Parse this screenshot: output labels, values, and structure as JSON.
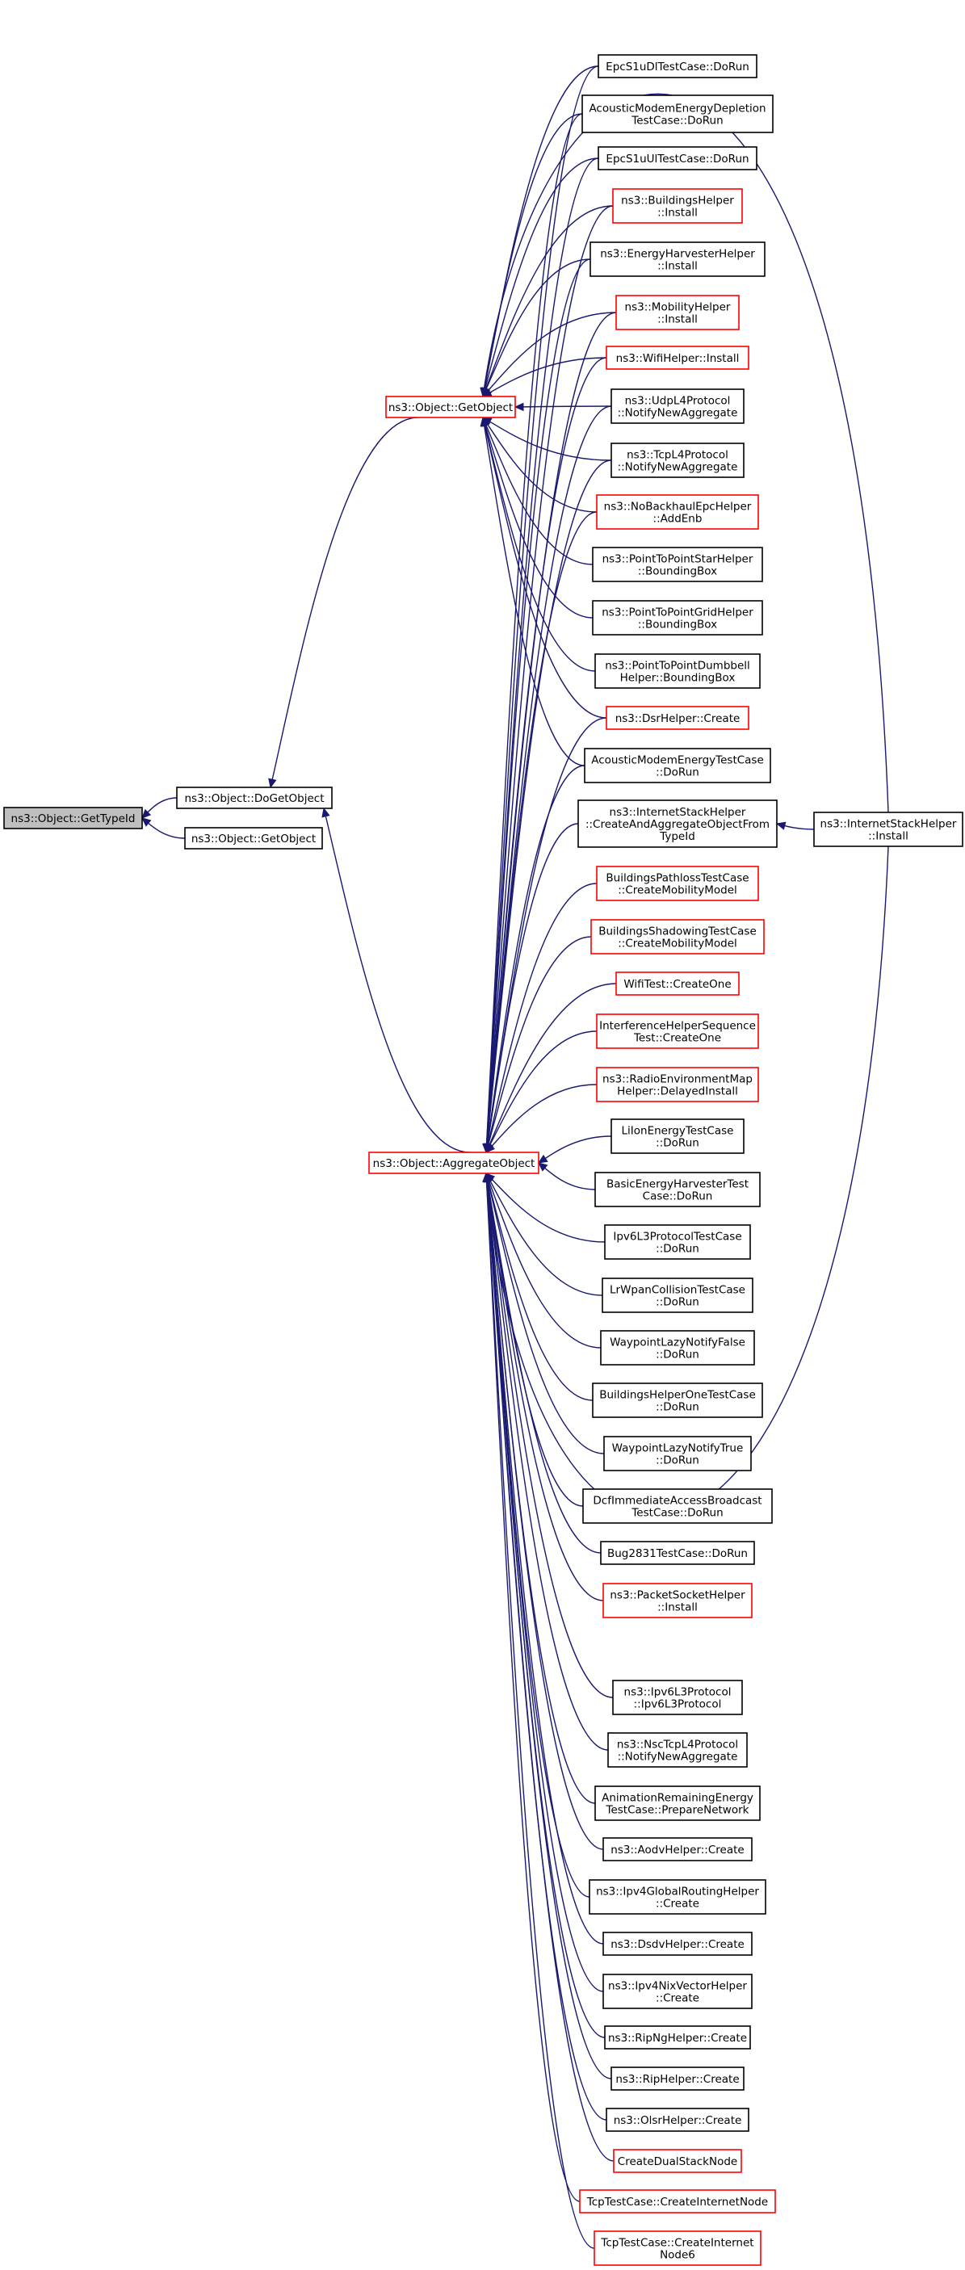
{
  "colors": {
    "edge": "#191970",
    "box_normal": "#000000",
    "box_truncated": "#ff0000",
    "box_root_fill": "#bfbfbf"
  },
  "nodes": [
    {
      "id": "root",
      "lines": [
        "ns3::Object::GetTypeId"
      ],
      "style": "root"
    },
    {
      "id": "dogetobject",
      "lines": [
        "ns3::Object::DoGetObject"
      ],
      "style": "normal"
    },
    {
      "id": "getobject_tmpl",
      "lines": [
        "ns3::Object::GetObject"
      ],
      "style": "normal"
    },
    {
      "id": "getobject",
      "lines": [
        "ns3::Object::GetObject"
      ],
      "style": "truncated"
    },
    {
      "id": "aggregate",
      "lines": [
        "ns3::Object::AggregateObject"
      ],
      "style": "truncated"
    },
    {
      "id": "epcdl",
      "lines": [
        "EpcS1uDlTestCase::DoRun"
      ],
      "style": "normal"
    },
    {
      "id": "acousticdepletion",
      "lines": [
        "AcousticModemEnergyDepletion",
        "TestCase::DoRun"
      ],
      "style": "normal"
    },
    {
      "id": "epcul",
      "lines": [
        "EpcS1uUlTestCase::DoRun"
      ],
      "style": "normal"
    },
    {
      "id": "buildingshelper",
      "lines": [
        "ns3::BuildingsHelper",
        "::Install"
      ],
      "style": "truncated"
    },
    {
      "id": "energyharvester",
      "lines": [
        "ns3::EnergyHarvesterHelper",
        "::Install"
      ],
      "style": "normal"
    },
    {
      "id": "mobilityhelper",
      "lines": [
        "ns3::MobilityHelper",
        "::Install"
      ],
      "style": "truncated"
    },
    {
      "id": "wifihelper",
      "lines": [
        "ns3::WifiHelper::Install"
      ],
      "style": "truncated"
    },
    {
      "id": "udpl4",
      "lines": [
        "ns3::UdpL4Protocol",
        "::NotifyNewAggregate"
      ],
      "style": "normal"
    },
    {
      "id": "tcpl4",
      "lines": [
        "ns3::TcpL4Protocol",
        "::NotifyNewAggregate"
      ],
      "style": "normal"
    },
    {
      "id": "nobackhaul",
      "lines": [
        "ns3::NoBackhaulEpcHelper",
        "::AddEnb"
      ],
      "style": "truncated"
    },
    {
      "id": "p2pstar",
      "lines": [
        "ns3::PointToPointStarHelper",
        "::BoundingBox"
      ],
      "style": "normal"
    },
    {
      "id": "p2pgrid",
      "lines": [
        "ns3::PointToPointGridHelper",
        "::BoundingBox"
      ],
      "style": "normal"
    },
    {
      "id": "p2pdumbbell",
      "lines": [
        "ns3::PointToPointDumbbell",
        "Helper::BoundingBox"
      ],
      "style": "normal"
    },
    {
      "id": "dsrhelper",
      "lines": [
        "ns3::DsrHelper::Create"
      ],
      "style": "truncated"
    },
    {
      "id": "acousticenergy",
      "lines": [
        "AcousticModemEnergyTestCase",
        "::DoRun"
      ],
      "style": "normal"
    },
    {
      "id": "internetstack_create",
      "lines": [
        "ns3::InternetStackHelper",
        "::CreateAndAggregateObjectFrom",
        "TypeId"
      ],
      "style": "normal"
    },
    {
      "id": "internetstack_install",
      "lines": [
        "ns3::InternetStackHelper",
        "::Install"
      ],
      "style": "normal"
    },
    {
      "id": "bldgpathloss",
      "lines": [
        "BuildingsPathlossTestCase",
        "::CreateMobilityModel"
      ],
      "style": "truncated"
    },
    {
      "id": "bldgshadowing",
      "lines": [
        "BuildingsShadowingTestCase",
        "::CreateMobilityModel"
      ],
      "style": "truncated"
    },
    {
      "id": "wifitest",
      "lines": [
        "WifiTest::CreateOne"
      ],
      "style": "truncated"
    },
    {
      "id": "interference",
      "lines": [
        "InterferenceHelperSequence",
        "Test::CreateOne"
      ],
      "style": "truncated"
    },
    {
      "id": "radioenv",
      "lines": [
        "ns3::RadioEnvironmentMap",
        "Helper::DelayedInstall"
      ],
      "style": "truncated"
    },
    {
      "id": "liion",
      "lines": [
        "LiIonEnergyTestCase",
        "::DoRun"
      ],
      "style": "normal"
    },
    {
      "id": "basicenergy",
      "lines": [
        "BasicEnergyHarvesterTest",
        "Case::DoRun"
      ],
      "style": "normal"
    },
    {
      "id": "ipv6l3test",
      "lines": [
        "Ipv6L3ProtocolTestCase",
        "::DoRun"
      ],
      "style": "normal"
    },
    {
      "id": "lrwpan",
      "lines": [
        "LrWpanCollisionTestCase",
        "::DoRun"
      ],
      "style": "normal"
    },
    {
      "id": "waypointfalse",
      "lines": [
        "WaypointLazyNotifyFalse",
        "::DoRun"
      ],
      "style": "normal"
    },
    {
      "id": "bldghelperone",
      "lines": [
        "BuildingsHelperOneTestCase",
        "::DoRun"
      ],
      "style": "normal"
    },
    {
      "id": "waypointtrue",
      "lines": [
        "WaypointLazyNotifyTrue",
        "::DoRun"
      ],
      "style": "normal"
    },
    {
      "id": "dcf",
      "lines": [
        "DcfImmediateAccessBroadcast",
        "TestCase::DoRun"
      ],
      "style": "normal"
    },
    {
      "id": "bug2831",
      "lines": [
        "Bug2831TestCase::DoRun"
      ],
      "style": "normal"
    },
    {
      "id": "packetsocket",
      "lines": [
        "ns3::PacketSocketHelper",
        "::Install"
      ],
      "style": "truncated"
    },
    {
      "id": "ipv6l3",
      "lines": [
        "ns3::Ipv6L3Protocol",
        "::Ipv6L3Protocol"
      ],
      "style": "normal"
    },
    {
      "id": "nsctcp",
      "lines": [
        "ns3::NscTcpL4Protocol",
        "::NotifyNewAggregate"
      ],
      "style": "normal"
    },
    {
      "id": "animation",
      "lines": [
        "AnimationRemainingEnergy",
        "TestCase::PrepareNetwork"
      ],
      "style": "normal"
    },
    {
      "id": "aodv",
      "lines": [
        "ns3::AodvHelper::Create"
      ],
      "style": "normal"
    },
    {
      "id": "ipv4global",
      "lines": [
        "ns3::Ipv4GlobalRoutingHelper",
        "::Create"
      ],
      "style": "normal"
    },
    {
      "id": "dsdv",
      "lines": [
        "ns3::DsdvHelper::Create"
      ],
      "style": "normal"
    },
    {
      "id": "ipv4nix",
      "lines": [
        "ns3::Ipv4NixVectorHelper",
        "::Create"
      ],
      "style": "normal"
    },
    {
      "id": "ripng",
      "lines": [
        "ns3::RipNgHelper::Create"
      ],
      "style": "normal"
    },
    {
      "id": "rip",
      "lines": [
        "ns3::RipHelper::Create"
      ],
      "style": "normal"
    },
    {
      "id": "olsr",
      "lines": [
        "ns3::OlsrHelper::Create"
      ],
      "style": "normal"
    },
    {
      "id": "dualstack",
      "lines": [
        "CreateDualStackNode"
      ],
      "style": "truncated"
    },
    {
      "id": "tcpinternet",
      "lines": [
        "TcpTestCase::CreateInternetNode"
      ],
      "style": "truncated"
    },
    {
      "id": "tcpinternet6",
      "lines": [
        "TcpTestCase::CreateInternet",
        "Node6"
      ],
      "style": "truncated"
    }
  ],
  "edges": [
    [
      "dogetobject",
      "root"
    ],
    [
      "getobject_tmpl",
      "root"
    ],
    [
      "getobject",
      "dogetobject"
    ],
    [
      "aggregate",
      "dogetobject"
    ],
    [
      "epcdl",
      "getobject"
    ],
    [
      "acousticdepletion",
      "getobject"
    ],
    [
      "epcul",
      "getobject"
    ],
    [
      "buildingshelper",
      "getobject"
    ],
    [
      "energyharvester",
      "getobject"
    ],
    [
      "mobilityhelper",
      "getobject"
    ],
    [
      "wifihelper",
      "getobject"
    ],
    [
      "udpl4",
      "getobject"
    ],
    [
      "tcpl4",
      "getobject"
    ],
    [
      "nobackhaul",
      "getobject"
    ],
    [
      "p2pstar",
      "getobject"
    ],
    [
      "p2pgrid",
      "getobject"
    ],
    [
      "p2pdumbbell",
      "getobject"
    ],
    [
      "dsrhelper",
      "getobject"
    ],
    [
      "acousticenergy",
      "getobject"
    ],
    [
      "internetstack_install",
      "getobject"
    ],
    [
      "internetstack_install",
      "internetstack_create"
    ],
    [
      "epcdl",
      "aggregate"
    ],
    [
      "acousticdepletion",
      "aggregate"
    ],
    [
      "epcul",
      "aggregate"
    ],
    [
      "buildingshelper",
      "aggregate"
    ],
    [
      "energyharvester",
      "aggregate"
    ],
    [
      "mobilityhelper",
      "aggregate"
    ],
    [
      "wifihelper",
      "aggregate"
    ],
    [
      "udpl4",
      "aggregate"
    ],
    [
      "tcpl4",
      "aggregate"
    ],
    [
      "nobackhaul",
      "aggregate"
    ],
    [
      "dsrhelper",
      "aggregate"
    ],
    [
      "acousticenergy",
      "aggregate"
    ],
    [
      "internetstack_create",
      "aggregate"
    ],
    [
      "internetstack_install",
      "aggregate"
    ],
    [
      "bldgpathloss",
      "aggregate"
    ],
    [
      "bldgshadowing",
      "aggregate"
    ],
    [
      "wifitest",
      "aggregate"
    ],
    [
      "interference",
      "aggregate"
    ],
    [
      "radioenv",
      "aggregate"
    ],
    [
      "liion",
      "aggregate"
    ],
    [
      "basicenergy",
      "aggregate"
    ],
    [
      "ipv6l3test",
      "aggregate"
    ],
    [
      "lrwpan",
      "aggregate"
    ],
    [
      "waypointfalse",
      "aggregate"
    ],
    [
      "bldghelperone",
      "aggregate"
    ],
    [
      "waypointtrue",
      "aggregate"
    ],
    [
      "dcf",
      "aggregate"
    ],
    [
      "bug2831",
      "aggregate"
    ],
    [
      "packetsocket",
      "aggregate"
    ],
    [
      "ipv6l3",
      "aggregate"
    ],
    [
      "nsctcp",
      "aggregate"
    ],
    [
      "animation",
      "aggregate"
    ],
    [
      "aodv",
      "aggregate"
    ],
    [
      "ipv4global",
      "aggregate"
    ],
    [
      "dsdv",
      "aggregate"
    ],
    [
      "ipv4nix",
      "aggregate"
    ],
    [
      "ripng",
      "aggregate"
    ],
    [
      "rip",
      "aggregate"
    ],
    [
      "olsr",
      "aggregate"
    ],
    [
      "dualstack",
      "aggregate"
    ],
    [
      "tcpinternet",
      "aggregate"
    ],
    [
      "tcpinternet6",
      "aggregate"
    ]
  ]
}
